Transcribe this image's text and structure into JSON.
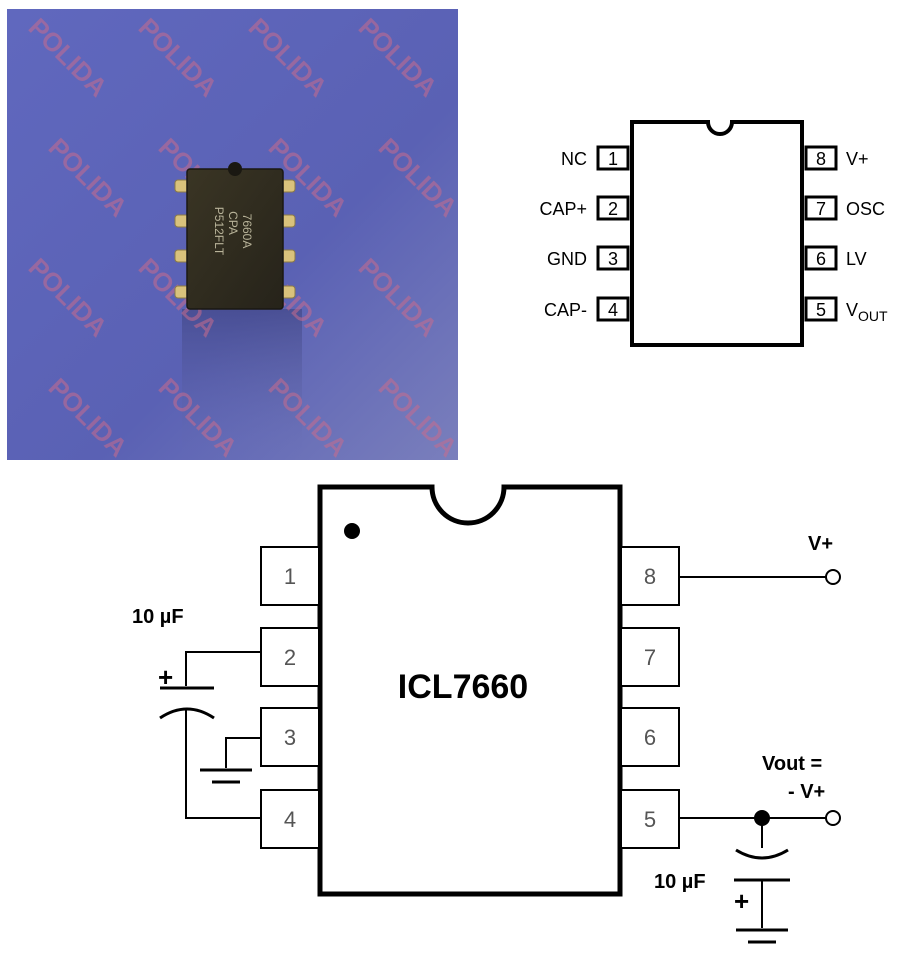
{
  "photo": {
    "watermark": "POLIDA",
    "chip_marking": [
      "7660A",
      "CPA",
      "P512FLT"
    ],
    "colors": {
      "background": "#5a63b8",
      "chip_body": "#2e2a1c",
      "pins": "#d8c07a",
      "watermark": "#c26a86"
    }
  },
  "pinout": {
    "left_pins": [
      {
        "num": "1",
        "label": "NC"
      },
      {
        "num": "2",
        "label": "CAP+"
      },
      {
        "num": "3",
        "label": "GND"
      },
      {
        "num": "4",
        "label": "CAP-"
      }
    ],
    "right_pins": [
      {
        "num": "8",
        "label": "V+"
      },
      {
        "num": "7",
        "label": "OSC"
      },
      {
        "num": "6",
        "label": "LV"
      },
      {
        "num": "5",
        "label": "V",
        "label_sub": "OUT"
      }
    ]
  },
  "circuit": {
    "chip_name": "ICL7660",
    "left_pins": [
      "1",
      "2",
      "3",
      "4"
    ],
    "right_pins": [
      "8",
      "7",
      "6",
      "5"
    ],
    "cap_top_label": "10 µF",
    "cap_bottom_label": "10 µF",
    "plus_sign": "+",
    "vplus_label": "V+",
    "vout_line1": "Vout =",
    "vout_line2": "- V+"
  }
}
